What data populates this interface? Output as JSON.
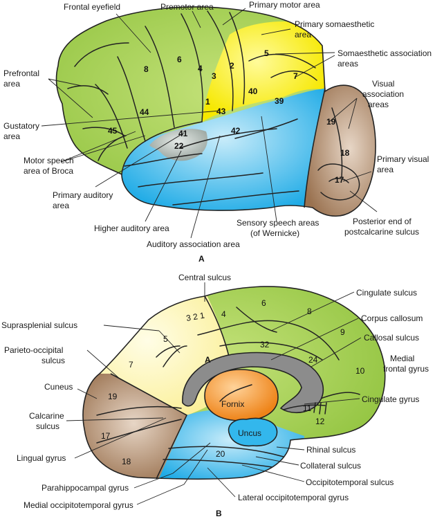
{
  "panel_a": {
    "letter": "A",
    "labels": {
      "frontal_eyefield": "Frontal eyefield",
      "premotor_area": "Premotor area",
      "primary_motor_area": "Primary motor area",
      "primary_somaesthetic_1": "Primary somaesthetic",
      "primary_somaesthetic_2": "area",
      "somaesthetic_assoc_1": "Somaesthetic association",
      "somaesthetic_assoc_2": "areas",
      "prefrontal_1": "Prefrontal",
      "prefrontal_2": "area",
      "visual_assoc_1": "Visual",
      "visual_assoc_2": "association",
      "visual_assoc_3": "areas",
      "gustatory_1": "Gustatory",
      "gustatory_2": "area",
      "primary_visual_1": "Primary visual",
      "primary_visual_2": "area",
      "motor_speech_1": "Motor speech",
      "motor_speech_2": "area of Broca",
      "primary_auditory_1": "Primary auditory",
      "primary_auditory_2": "area",
      "posterior_end_1": "Posterior end of",
      "posterior_end_2": "postcalcarine sulcus",
      "higher_auditory": "Higher auditory area",
      "sensory_speech_1": "Sensory speech areas",
      "sensory_speech_2": "(of Wernicke)",
      "auditory_assoc": "Auditory association area"
    },
    "numbers": {
      "n8": "8",
      "n6": "6",
      "n4": "4",
      "n3": "3",
      "n2": "2",
      "n1": "1",
      "n5": "5",
      "n7": "7",
      "n40": "40",
      "n39": "39",
      "n43": "43",
      "n44": "44",
      "n45": "45",
      "n41": "41",
      "n42": "42",
      "n22": "22",
      "n19": "19",
      "n18": "18",
      "n17": "17"
    }
  },
  "panel_b": {
    "letter": "B",
    "labels": {
      "central_sulcus": "Central sulcus",
      "cingulate_sulcus": "Cingulate sulcus",
      "corpus_callosum": "Corpus callosum",
      "suprasplenial_sulcus": "Suprasplenial sulcus",
      "callosal_sulcus": "Callosal sulcus",
      "parieto_occipital_1": "Parieto-occipital",
      "parieto_occipital_2": "sulcus",
      "medial_frontal_1": "Medial",
      "medial_frontal_2": "frontal gyrus",
      "cuneus": "Cuneus",
      "cingulate_gyrus": "Cingulate gyrus",
      "calcarine_1": "Calcarine",
      "calcarine_2": "sulcus",
      "lingual_gyrus": "Lingual gyrus",
      "rhinal_sulcus": "Rhinal sulcus",
      "collateral_sulcus": "Collateral sulcus",
      "occipitotemporal_sulcus": "Occipitotemporal sulcus",
      "parahippocampal_gyrus": "Parahippocampal gyrus",
      "lateral_occipitotemporal": "Lateral occipitotemporal gyrus",
      "medial_occipitotemporal": "Medial occipitotemporal gyrus",
      "fornix": "Fornix",
      "uncus": "Uncus",
      "region_A": "A"
    },
    "numbers": {
      "n321": "3 2 1",
      "n4": "4",
      "n6": "6",
      "n8": "8",
      "n9": "9",
      "n5": "5",
      "n7": "7",
      "n32": "32",
      "n24": "24",
      "n10": "10",
      "n19": "19",
      "n11": "11",
      "n12": "12",
      "n17": "17",
      "n18": "18",
      "n20": "20"
    }
  },
  "colors": {
    "frontal_green": "#9fcd4a",
    "somatosensory_yellow": "#f9ee1c",
    "parietal_pale_yellow": "#fff6ab",
    "temporal_blue": "#33b7ec",
    "occipital_brown": "#a27a56",
    "insula_gray": "#aeb8b0",
    "fornix_orange": "#f2922c",
    "callosum_gray": "#8a8a8a",
    "outline": "#222222"
  }
}
